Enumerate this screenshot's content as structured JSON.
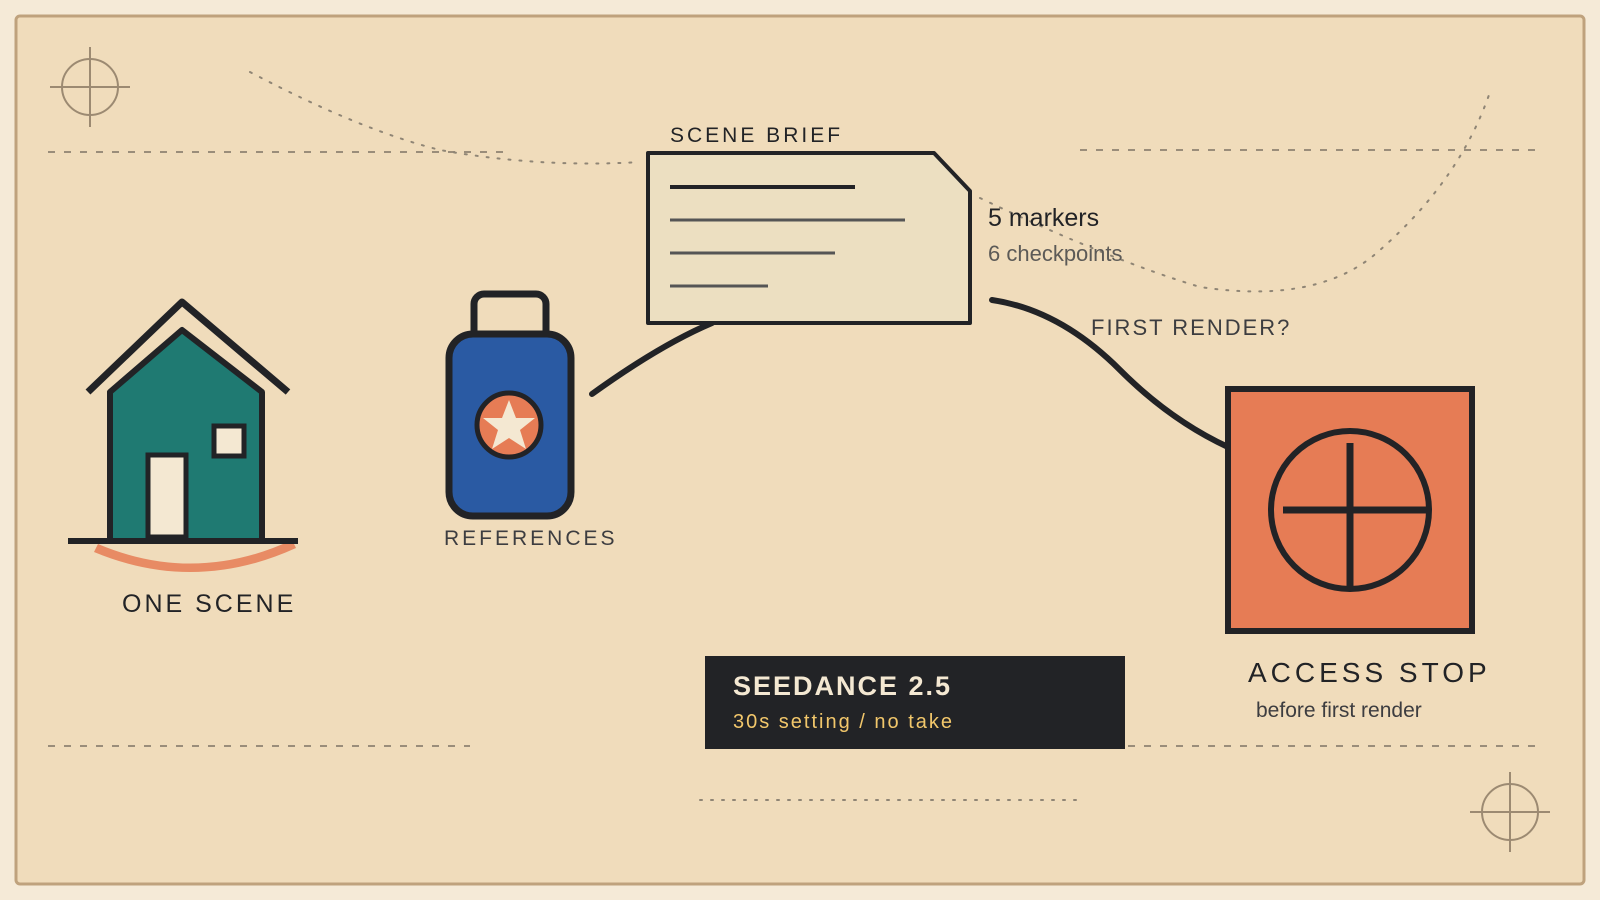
{
  "scene": {
    "label": "ONE SCENE"
  },
  "references": {
    "label": "REFERENCES"
  },
  "brief": {
    "label": "SCENE BRIEF",
    "markers": "5 markers",
    "checkpoints": "6 checkpoints"
  },
  "render": {
    "question": "FIRST RENDER?"
  },
  "access_stop": {
    "title": "ACCESS STOP",
    "subtitle": "before first render"
  },
  "model_badge": {
    "title": "SEEDANCE 2.5",
    "subtitle": "30s setting / no take"
  },
  "colors": {
    "background": "#f0dcbb",
    "frame": "#bfa27d",
    "ink": "#222326",
    "teal": "#1f7a72",
    "blue": "#2a5aa3",
    "orange": "#e67c55",
    "cream": "#f4e8d2",
    "paper": "#ecdfc1",
    "badge_bg": "#222326",
    "badge_accent": "#f2c76b"
  },
  "icons": [
    "house-icon",
    "suitcase-icon",
    "star-icon",
    "document-icon",
    "crosshair-icon",
    "registration-mark-icon"
  ]
}
